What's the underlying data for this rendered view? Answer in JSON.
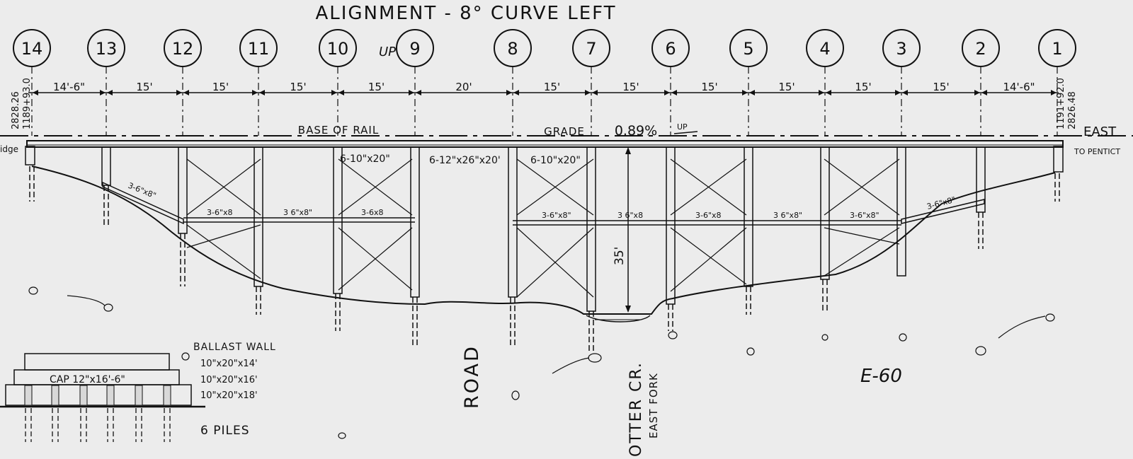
{
  "title": "ALIGNMENT - 8° CURVE LEFT",
  "bents": [
    "14",
    "13",
    "12",
    "11",
    "10",
    "9",
    "8",
    "7",
    "6",
    "5",
    "4",
    "3",
    "2",
    "1"
  ],
  "spans": [
    "14'-6\"",
    "15'",
    "15'",
    "15'",
    "15'",
    "20'",
    "15'",
    "15'",
    "15'",
    "15'",
    "15'",
    "15'",
    "14'-6\""
  ],
  "up_note": "UP",
  "station_left": [
    "2828.26",
    "1189+93.0"
  ],
  "station_right": [
    "1191+92.0",
    "2826.48"
  ],
  "base_of_rail": "BASE OF RAIL",
  "grade": {
    "label": "GRADE",
    "value": "0.89%",
    "dir": "UP"
  },
  "east": "EAST",
  "to_penticton": "TO PENTICT",
  "ridge": "idge",
  "stringers": [
    "6-10\"x20\"",
    "6-12\"x26\"x20'",
    "6-10\"x20\""
  ],
  "sash": [
    "3-6\"x8\"",
    "3-6\"x8",
    "3 6\"x8\"",
    "3-6x8",
    "3-6\"x8\"",
    "3 6\"x8",
    "3-6\"x8",
    "3 6\"x8\"",
    "3-6\"x8\"",
    "3-6\"x8\""
  ],
  "height": "35'",
  "road": "ROAD",
  "creek": [
    "OTTER CR.",
    "EAST FORK"
  ],
  "drawing_no": "E-60",
  "detail": {
    "ballast_wall": "BALLAST WALL",
    "cap": "CAP 12\"x16'-6\"",
    "timbers": [
      "10\"x20\"x14'",
      "10\"x20\"x16'",
      "10\"x20\"x18'"
    ],
    "piles": "6 PILES"
  }
}
